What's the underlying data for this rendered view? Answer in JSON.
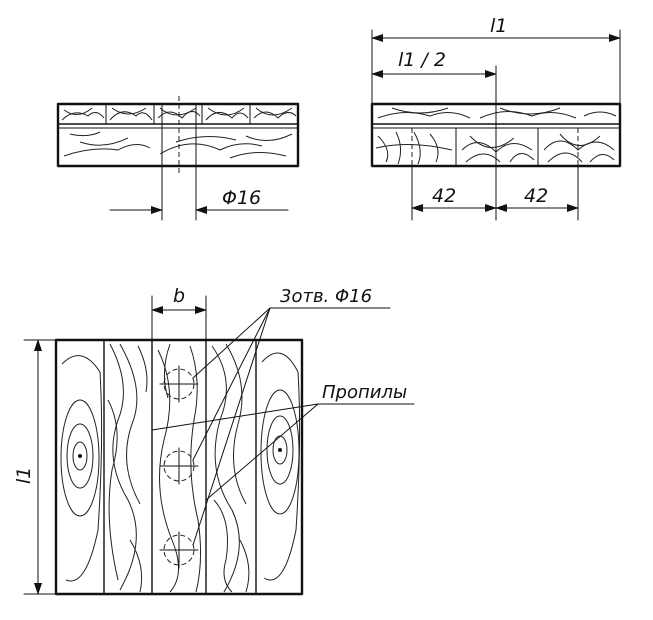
{
  "labels": {
    "dim_l1_top": "l1",
    "dim_l1_half": "l1 / 2",
    "dim_42_left": "42",
    "dim_42_right": "42",
    "dim_phi16": "Φ16",
    "dim_b": "b",
    "dim_l1_side": "l1",
    "holes_callout": "3отв. Φ16",
    "kerfs_callout": "Пропилы"
  }
}
